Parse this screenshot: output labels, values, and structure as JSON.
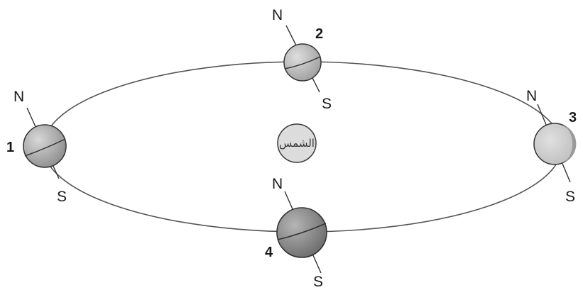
{
  "sun": {
    "label": "الشمس"
  },
  "positions": [
    {
      "number": "1",
      "north": "N",
      "south": "S",
      "shade": "#8f8f8f"
    },
    {
      "number": "2",
      "north": "N",
      "south": "S",
      "shade": "#a6a6a6"
    },
    {
      "number": "3",
      "north": "N",
      "south": "S",
      "shade": "#c4c4c4"
    },
    {
      "number": "4",
      "north": "N",
      "south": "S",
      "shade": "#7a7a7a"
    }
  ],
  "colors": {
    "orbit": "#555555",
    "earth_light": "#cfcfcf",
    "sun_fill": "#dcdcdc",
    "outline": "#3a3a3a"
  }
}
